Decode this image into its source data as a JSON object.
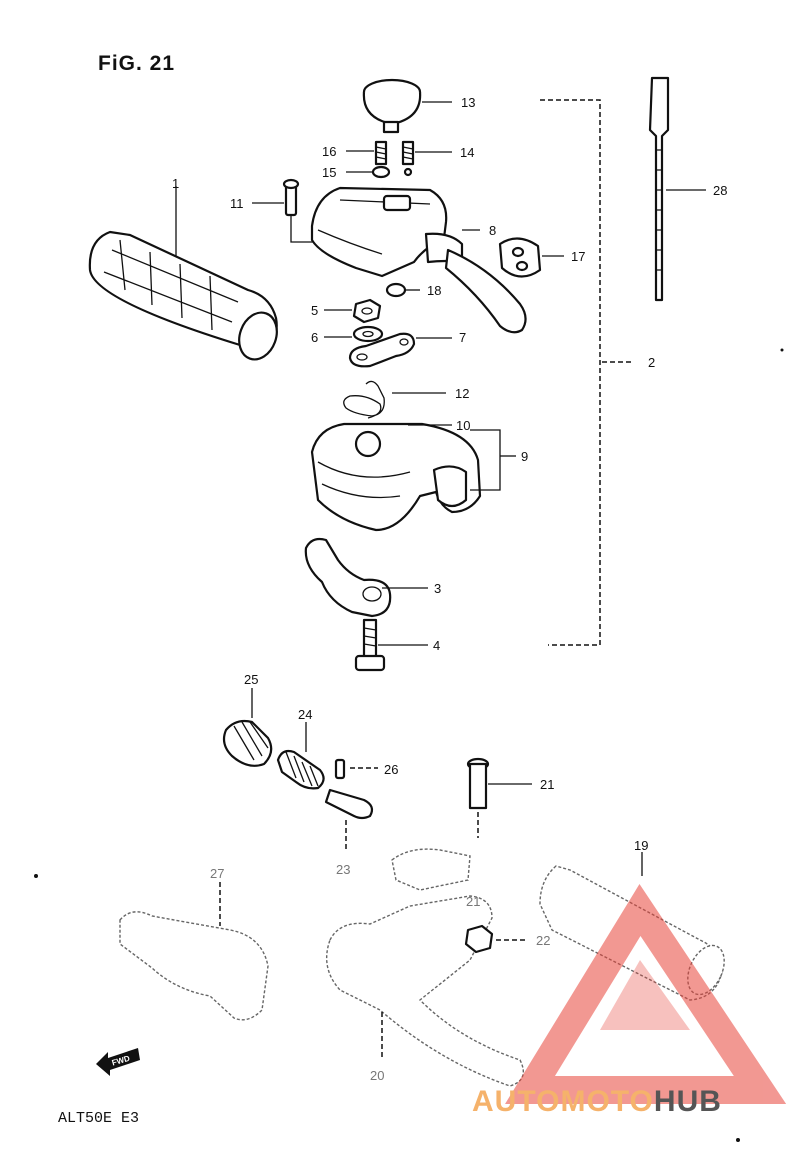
{
  "figure": {
    "title": "FiG. 21",
    "model_code": "ALT50E E3"
  },
  "callouts": {
    "c1": "1",
    "c2": "2",
    "c3": "3",
    "c4": "4",
    "c5": "5",
    "c6": "6",
    "c7": "7",
    "c8": "8",
    "c9": "9",
    "c10": "10",
    "c11": "11",
    "c12": "12",
    "c13": "13",
    "c14": "14",
    "c15": "15",
    "c16": "16",
    "c17": "17",
    "c18": "18",
    "c19": "19",
    "c20": "20",
    "c21": "21",
    "c21b": "21",
    "c22": "22",
    "c23": "23",
    "c24": "24",
    "c25": "25",
    "c26": "26",
    "c27": "27",
    "c28": "28"
  },
  "direction_badge": "FWD",
  "watermark": {
    "part_a": "AUTOMOTO",
    "part_b": "HUB",
    "color_a": "#f5b26b",
    "color_b": "#555555",
    "triangle_color": "#e8443a"
  }
}
